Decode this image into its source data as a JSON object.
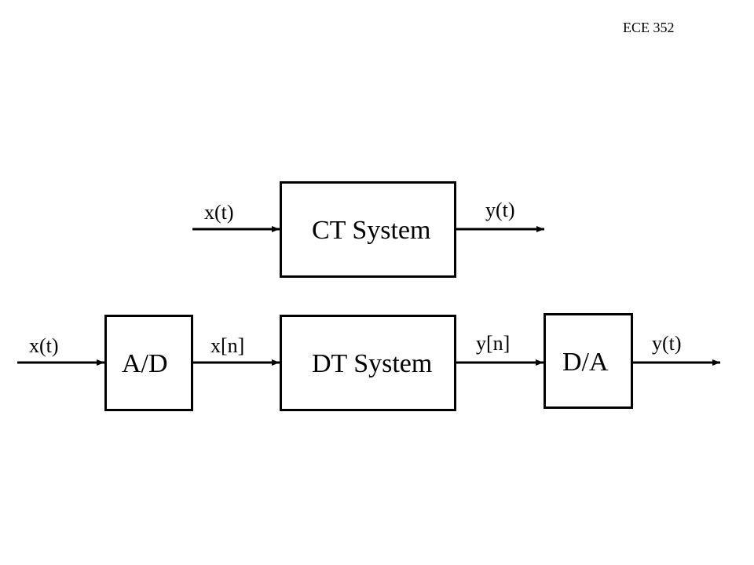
{
  "header": {
    "course_label": "ECE 352"
  },
  "ct_path": {
    "input_label": "x(t)",
    "block_label": "CT System",
    "output_label": "y(t)"
  },
  "dt_path": {
    "input_label": "x(t)",
    "ad_label": "A/D",
    "xn_label": "x[n]",
    "block_label": "DT System",
    "yn_label": "y[n]",
    "da_label": "D/A",
    "output_label": "y(t)"
  },
  "colors": {
    "line": "#000000",
    "background": "#ffffff"
  }
}
